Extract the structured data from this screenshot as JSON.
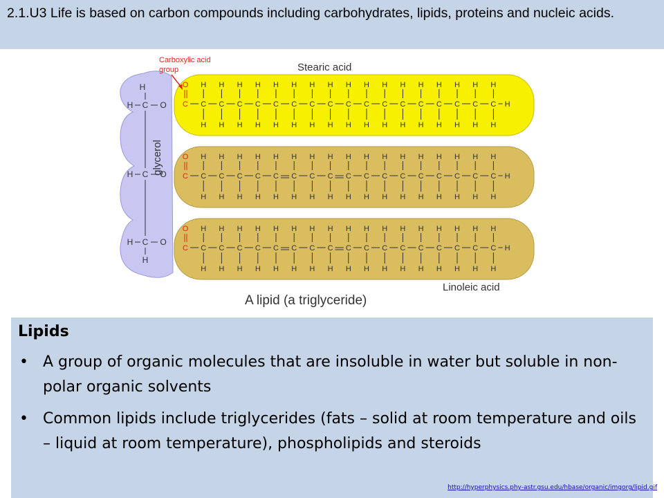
{
  "header": {
    "title": "2.1.U3 Life is based on carbon compounds including carbohydrates, lipids, proteins and nucleic acids."
  },
  "diagram": {
    "carboxylic_label_line1": "Carboxylic acid",
    "carboxylic_label_line2": "group",
    "stearic_label": "Stearic acid",
    "glycerol_label": "glycerol",
    "linoleic_label": "Linoleic acid",
    "caption": "A lipid  (a triglyceride)",
    "colors": {
      "glycerol": "#c7c7f2",
      "stearic": "#f7f000",
      "linoleic": "#d9bd5e",
      "carboxyl_red": "#e2231a"
    }
  },
  "panel": {
    "title": "Lipids",
    "bullets": [
      "A group of organic molecules that are insoluble in water but soluble in non-polar organic solvents",
      "Common lipids include triglycerides (fats – solid at room temperature and oils – liquid at room temperature), phospholipids and steroids"
    ]
  },
  "source": {
    "url": "http://hyperphysics.phy-astr.gsu.edu/hbase/organic/imgorg/lipid.gif"
  }
}
